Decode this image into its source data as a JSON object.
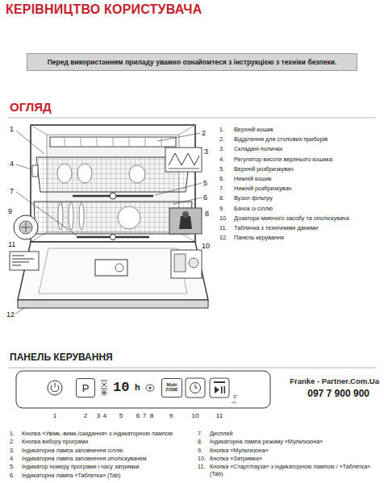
{
  "diagram": {
    "title": "КЕРІВНИЦТВО КОРИСТУВАЧА",
    "nodes": [
      {
        "text": [
          "Перед використанням приладу уважно ознайомтеся з інструкцією з техніки безпеки."
        ]
      },
      {
        "text": [
          "P"
        ]
      },
      {
        "text": [
          "Multi ZONE"
        ]
      }
    ],
    "labels": [
      "ОГЛЯД",
      "1.",
      "Верхній кошик",
      "2.",
      "Відділення для столових приборів",
      "3.",
      "Складані полички",
      "4.",
      "Регулятор висоти верхнього кошика",
      "5.",
      "Верхній розбризкувач",
      "6.",
      "Нижній кошик",
      "7.",
      "Нижній розбризкувач",
      "8.",
      "Вузол фільтру",
      "9.",
      "Бачок із сіллю",
      "10.",
      "Дозатори миючого засобу та ополіскувача",
      "11.",
      "Табличка з технічними даними",
      "12.",
      "Панель керування",
      "1",
      "2",
      "3",
      "4",
      "5",
      "6",
      "7",
      "8",
      "9",
      "10",
      "11",
      "12",
      "ПАНЕЛЬ КЕРУВАННЯ",
      "10",
      "h",
      "3''",
      "1",
      "2",
      "3",
      "4",
      "5",
      "6",
      "7",
      "8",
      "9",
      "10",
      "11",
      "1.",
      "Кнопка «Увімк.-вимк./скидання» з індикаторною лампою",
      "2.",
      "Кнопка вибору програми",
      "3.",
      "Індикаторна лампа заповнення сіллю",
      "4.",
      "Індикаторна лампа заповнення ополіскувачем",
      "5.",
      "Індикатор номеру програми і часу затримки",
      "6.",
      "Індикаторна лампа «Таблетка» (Tab)",
      "7.",
      "Дисплей",
      "8.",
      "Індикаторна лампа режиму «Мультизона»",
      "9.",
      "Кнопка «Мультизона»",
      "10.",
      "Кнопка «Затримка»",
      "11.",
      "Кнопка «Старт/пауза» з індикаторною лампою / «Таблетка» (Tab)",
      "Franke - Partner.Com.Ua",
      "097 7 900 900"
    ]
  }
}
